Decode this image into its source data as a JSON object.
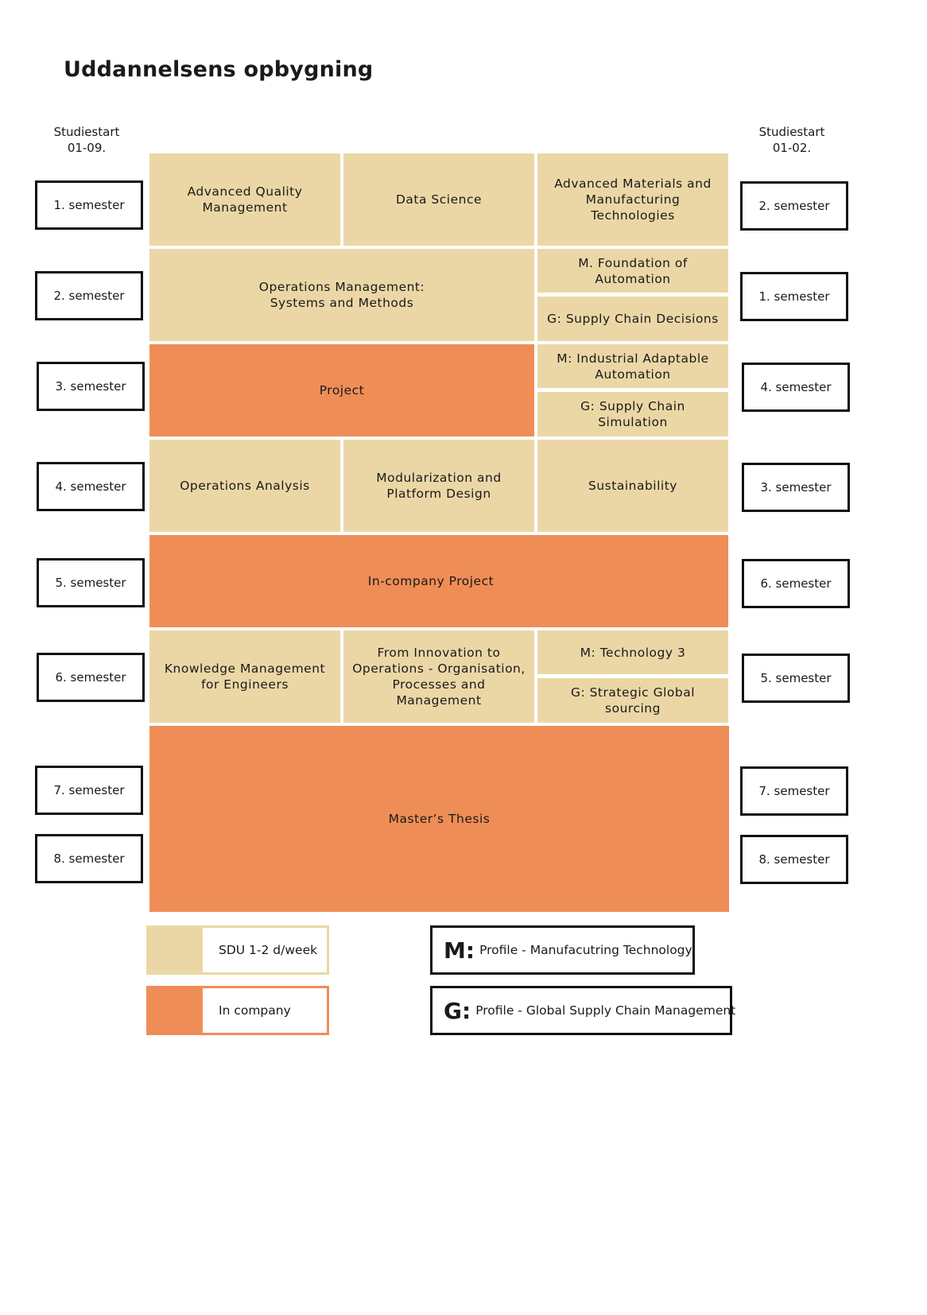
{
  "title": "Uddannelsens opbygning",
  "start_left": "Studiestart\n01-09.",
  "start_right": "Studiestart\n01-02.",
  "semesters_left": [
    "1. semester",
    "2. semester",
    "3. semester",
    "4. semester",
    "5. semester",
    "6. semester",
    "7. semester",
    "8. semester"
  ],
  "semesters_right": [
    "2. semester",
    "1. semester",
    "4. semester",
    "3. semester",
    "6. semester",
    "5. semester",
    "7. semester",
    "8. semester"
  ],
  "courses": {
    "advanced_quality": "Advanced Quality Management",
    "data_science": "Data Science",
    "advanced_materials": "Advanced Materials and Manufacturing Technologies",
    "operations_management": "Operations Management:\nSystems and Methods",
    "m_foundation": "M. Foundation of Automation",
    "g_supply_decisions": "G: Supply Chain Decisions",
    "project": "Project",
    "m_industrial": "M: Industrial Adaptable Automation",
    "g_supply_simulation": "G: Supply Chain Simulation",
    "operations_analysis": "Operations Analysis",
    "modularization": "Modularization and Platform Design",
    "sustainability": "Sustainability",
    "incompany_project": "In-company Project",
    "knowledge_management": "Knowledge Management for Engineers",
    "innovation": "From Innovation to Operations - Organisation, Processes and Management",
    "m_technology3": "M: Technology 3",
    "g_strategic": "G: Strategic Global sourcing",
    "masters_thesis": "Master’s Thesis"
  },
  "legend": {
    "sdu_label": "SDU 1-2 d/week",
    "company_label": "In company",
    "m_letter": "M:",
    "m_text": "Profile - Manufacutring Technology",
    "g_letter": "G:",
    "g_text": "Profile - Global Supply Chain Management"
  },
  "colors": {
    "sdu": "#ebd7a6",
    "company": "#ef8d57"
  }
}
